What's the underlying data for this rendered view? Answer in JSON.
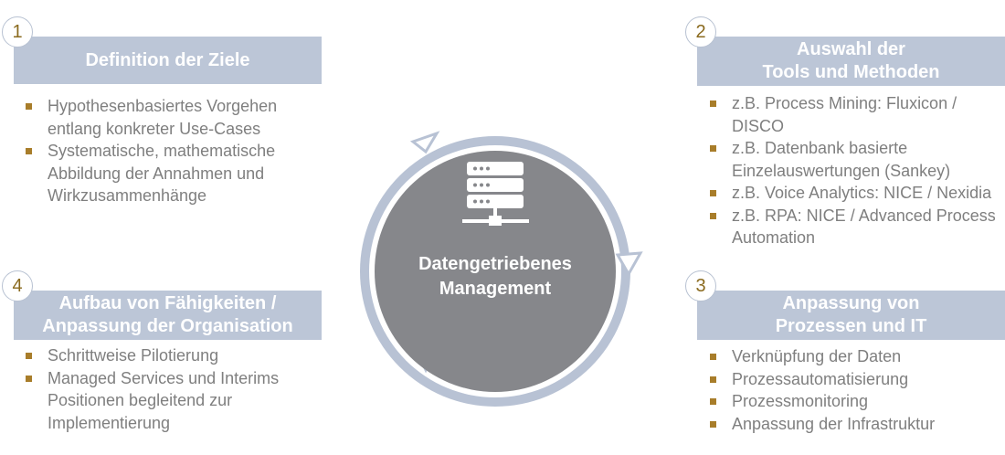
{
  "center": {
    "title_line1": "Datengetriebenes",
    "title_line2": "Management",
    "icon": "server-icon"
  },
  "colors": {
    "header_bg": "#bcc6d7",
    "circle": "#86878b",
    "ring": "#b8c2d4",
    "bullet": "#a87d2a",
    "number": "#8a6a1e"
  },
  "sections": [
    {
      "number": "1",
      "title_line1": "Definition der Ziele",
      "bullets": [
        "Hypothesenbasiertes Vorgehen entlang konkreter Use-Cases",
        "Systematische, mathematische Abbildung der Annahmen und Wirkzusammenhänge"
      ]
    },
    {
      "number": "2",
      "title_line1": "Auswahl der",
      "title_line2": "Tools und Methoden",
      "bullets": [
        "z.B. Process Mining: Fluxicon / DISCO",
        "z.B. Datenbank basierte Einzelauswertungen (Sankey)",
        "z.B. Voice Analytics: NICE / Nexidia",
        "z.B. RPA: NICE / Advanced Process Automation"
      ]
    },
    {
      "number": "3",
      "title_line1": "Anpassung von",
      "title_line2": "Prozessen und IT",
      "bullets": [
        "Verknüpfung der Daten",
        "Prozessautomatisierung",
        "Prozessmonitoring",
        "Anpassung der Infrastruktur"
      ]
    },
    {
      "number": "4",
      "title_line1": "Aufbau von Fähigkeiten /",
      "title_line2": "Anpassung der Organisation",
      "bullets": [
        "Schrittweise Pilotierung",
        "Managed Services und Interims Positionen begleitend zur Implementierung"
      ]
    }
  ]
}
